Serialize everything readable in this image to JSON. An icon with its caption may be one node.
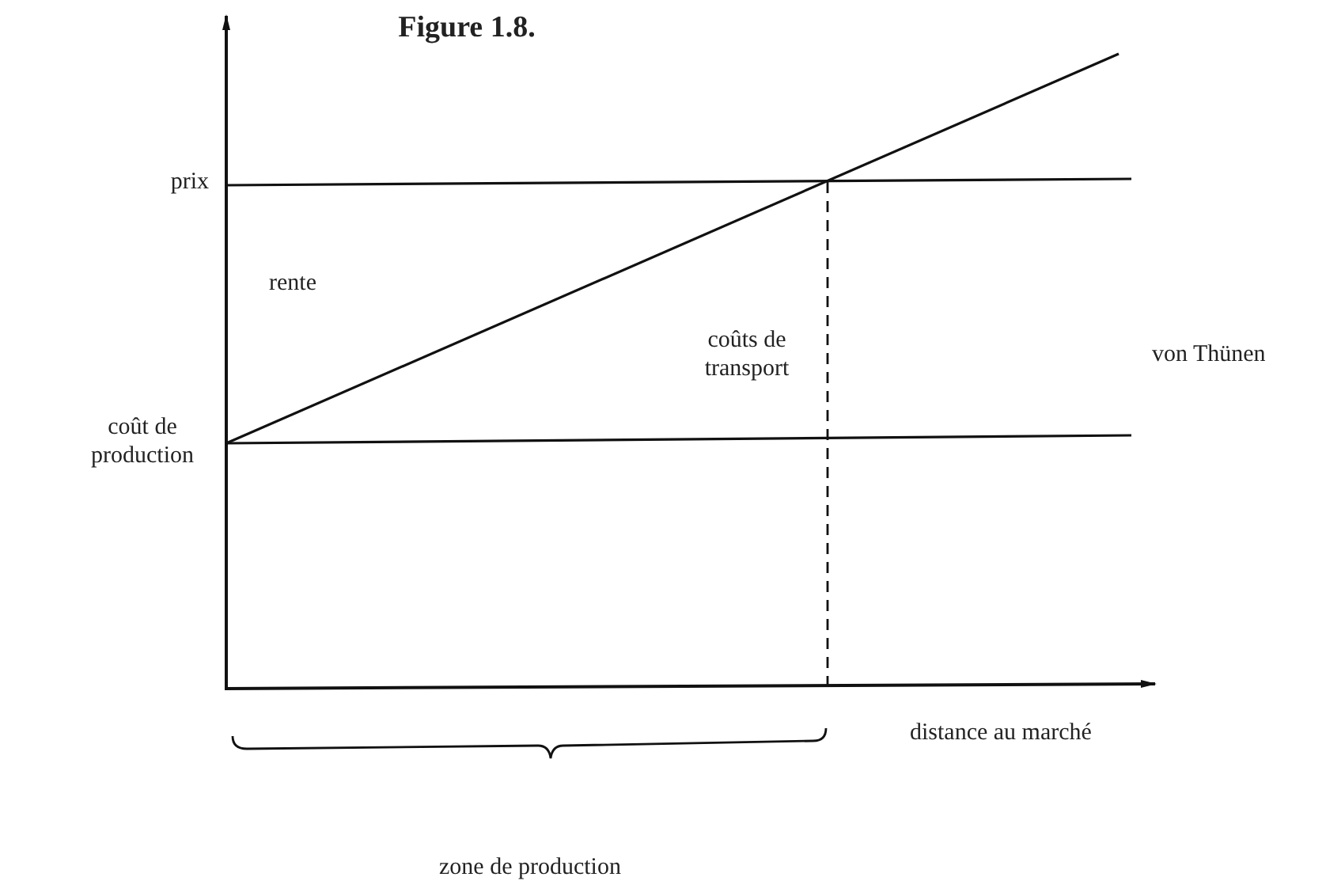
{
  "diagram": {
    "title": "Figure 1.8.",
    "labels": [
      "prix",
      "rente",
      "coûts de transport",
      "von Thünen",
      "coût de production",
      "distance au marché",
      "zone de production"
    ]
  }
}
